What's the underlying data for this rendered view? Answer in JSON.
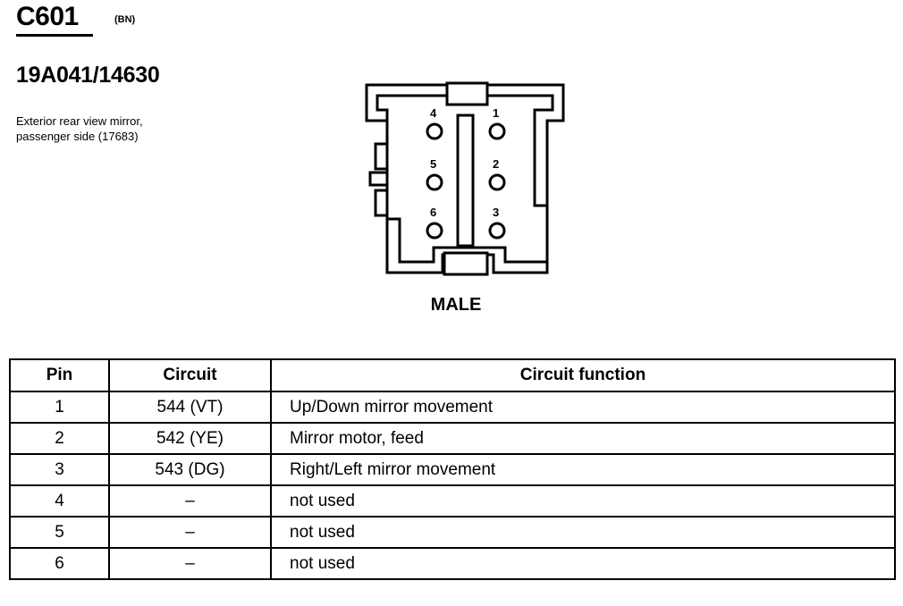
{
  "connector": {
    "id": "C601",
    "color": "(BN)",
    "part_number": "19A041/14630",
    "description": "Exterior rear view mirror, passenger side (17683)",
    "gender": "MALE",
    "pin_labels": [
      "4",
      "1",
      "5",
      "2",
      "6",
      "3"
    ]
  },
  "table": {
    "headers": [
      "Pin",
      "Circuit",
      "Circuit function"
    ],
    "rows": [
      {
        "pin": "1",
        "circuit": "544 (VT)",
        "function": "Up/Down mirror movement"
      },
      {
        "pin": "2",
        "circuit": "542 (YE)",
        "function": "Mirror motor, feed"
      },
      {
        "pin": "3",
        "circuit": "543 (DG)",
        "function": "Right/Left mirror movement"
      },
      {
        "pin": "4",
        "circuit": "–",
        "function": "not used"
      },
      {
        "pin": "5",
        "circuit": "–",
        "function": "not used"
      },
      {
        "pin": "6",
        "circuit": "–",
        "function": "not used"
      }
    ]
  }
}
